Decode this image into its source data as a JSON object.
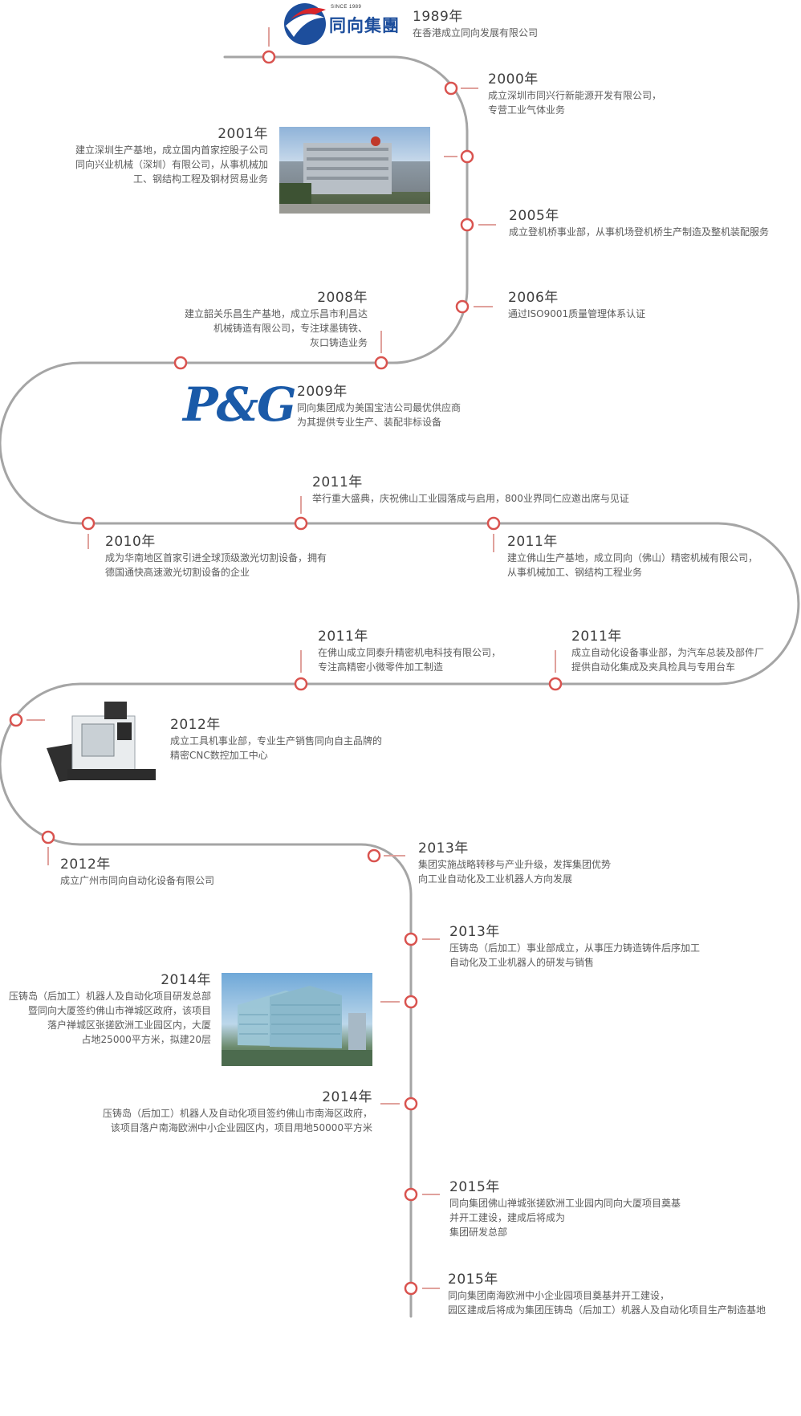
{
  "brand": {
    "since": "SINCE 1989",
    "name": "同向集團"
  },
  "pg_logo_text": "P&G",
  "colors": {
    "path": "#a5a5a5",
    "marker": "#d9534f",
    "year": "#3e3e3e",
    "text": "#5c5c5c"
  },
  "events": [
    {
      "year": "1989年",
      "lines": [
        "在香港成立同向发展有限公司"
      ]
    },
    {
      "year": "2000年",
      "lines": [
        "成立深圳市同兴行新能源开发有限公司，",
        "专营工业气体业务"
      ]
    },
    {
      "year": "2001年",
      "lines": [
        "建立深圳生产基地，成立国内首家控股子公司",
        "同向兴业机械（深圳）有限公司，从事机械加",
        "工、钢结构工程及钢材贸易业务"
      ]
    },
    {
      "year": "2005年",
      "lines": [
        "成立登机桥事业部，从事机场登机桥生产制造及整机装配服务"
      ]
    },
    {
      "year": "2006年",
      "lines": [
        "通过ISO9001质量管理体系认证"
      ]
    },
    {
      "year": "2008年",
      "lines": [
        "建立韶关乐昌生产基地，成立乐昌市利昌达",
        "机械铸造有限公司，专注球墨铸铁、",
        "灰口铸造业务"
      ]
    },
    {
      "year": "2009年",
      "lines": [
        "同向集团成为美国宝洁公司最优供应商",
        "为其提供专业生产、装配非标设备"
      ]
    },
    {
      "year": "2011年",
      "lines": [
        "举行重大盛典，庆祝佛山工业园落成与启用，800业界同仁应邀出席与见证"
      ]
    },
    {
      "year": "2010年",
      "lines": [
        "成为华南地区首家引进全球顶级激光切割设备，拥有",
        "德国通快高速激光切割设备的企业"
      ]
    },
    {
      "year": "2011年",
      "lines": [
        "建立佛山生产基地，成立同向（佛山）精密机械有限公司，",
        "从事机械加工、钢结构工程业务"
      ]
    },
    {
      "year": "2011年",
      "lines": [
        "在佛山成立同泰升精密机电科技有限公司，",
        "专注高精密小微零件加工制造"
      ]
    },
    {
      "year": "2011年",
      "lines": [
        "成立自动化设备事业部，为汽车总装及部件厂",
        "提供自动化集成及夹具检具与专用台车"
      ]
    },
    {
      "year": "2012年",
      "lines": [
        "成立工具机事业部，专业生产销售同向自主品牌的",
        "精密CNC数控加工中心"
      ]
    },
    {
      "year": "2012年",
      "lines": [
        "成立广州市同向自动化设备有限公司"
      ]
    },
    {
      "year": "2013年",
      "lines": [
        "集团实施战略转移与产业升级，发挥集团优势",
        "向工业自动化及工业机器人方向发展"
      ]
    },
    {
      "year": "2013年",
      "lines": [
        "压铸岛（后加工）事业部成立，从事压力铸造铸件后序加工",
        "自动化及工业机器人的研发与销售"
      ]
    },
    {
      "year": "2014年",
      "lines": [
        "压铸岛（后加工）机器人及自动化项目研发总部",
        "暨同向大厦签约佛山市禅城区政府，该项目",
        "落户禅城区张搓欧洲工业园区内，大厦",
        "占地25000平方米，拟建20层"
      ]
    },
    {
      "year": "2014年",
      "lines": [
        "压铸岛（后加工）机器人及自动化项目签约佛山市南海区政府，",
        "该项目落户南海欧洲中小企业园区内，项目用地50000平方米"
      ]
    },
    {
      "year": "2015年",
      "lines": [
        "同向集团佛山禅城张搓欧洲工业园内同向大厦项目奠基",
        "并开工建设，建成后将成为",
        "集团研发总部"
      ]
    },
    {
      "year": "2015年",
      "lines": [
        "同向集团南海欧洲中小企业园项目奠基并开工建设，",
        "园区建成后将成为集团压铸岛（后加工）机器人及自动化项目生产制造基地"
      ]
    }
  ]
}
